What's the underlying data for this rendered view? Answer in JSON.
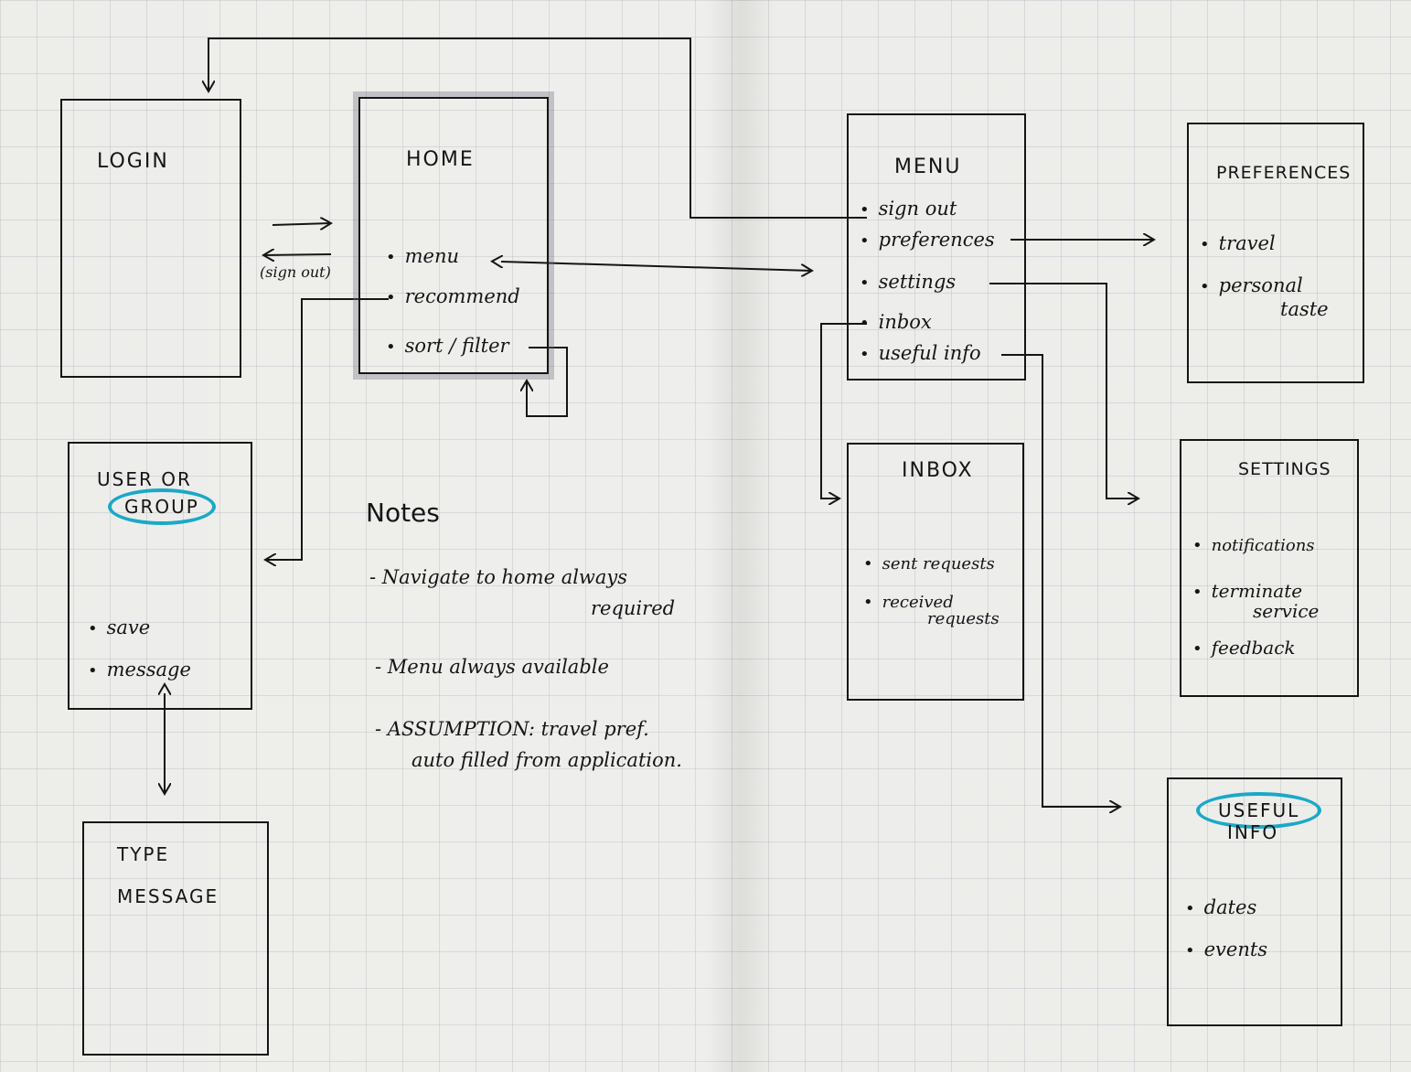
{
  "screens": {
    "login": {
      "title": "LOGIN"
    },
    "home": {
      "title": "HOME",
      "items": [
        "menu",
        "recommend",
        "sort / filter"
      ]
    },
    "menu": {
      "title": "MENU",
      "items": [
        "sign out",
        "preferences",
        "settings",
        "inbox",
        "useful info"
      ]
    },
    "preferences": {
      "title": "PREFERENCES",
      "items": [
        "travel",
        "personal",
        "taste"
      ]
    },
    "user_group": {
      "title_line1": "USER OR",
      "title_line2": "GROUP",
      "items": [
        "save",
        "message"
      ]
    },
    "inbox": {
      "title": "INBOX",
      "items": [
        "sent requests",
        "received",
        "requests"
      ]
    },
    "settings": {
      "title": "SETTINGS",
      "items": [
        "notifications",
        "terminate",
        "service",
        "feedback"
      ]
    },
    "type_message": {
      "title_line1": "TYPE",
      "title_line2": "MESSAGE"
    },
    "useful_info": {
      "title_line1": "USEFUL",
      "title_line2": "INFO",
      "items": [
        "dates",
        "events"
      ]
    }
  },
  "edge_labels": {
    "sign_out": "(sign out)"
  },
  "notes": {
    "title": "Notes",
    "lines": [
      "- Navigate to home always",
      "required",
      "- Menu always available",
      "- ASSUMPTION: travel pref.",
      "auto filled from application."
    ]
  },
  "colors": {
    "ink": "#151515",
    "highlight": "#1ba8c8",
    "paper": "#ebebe8"
  }
}
